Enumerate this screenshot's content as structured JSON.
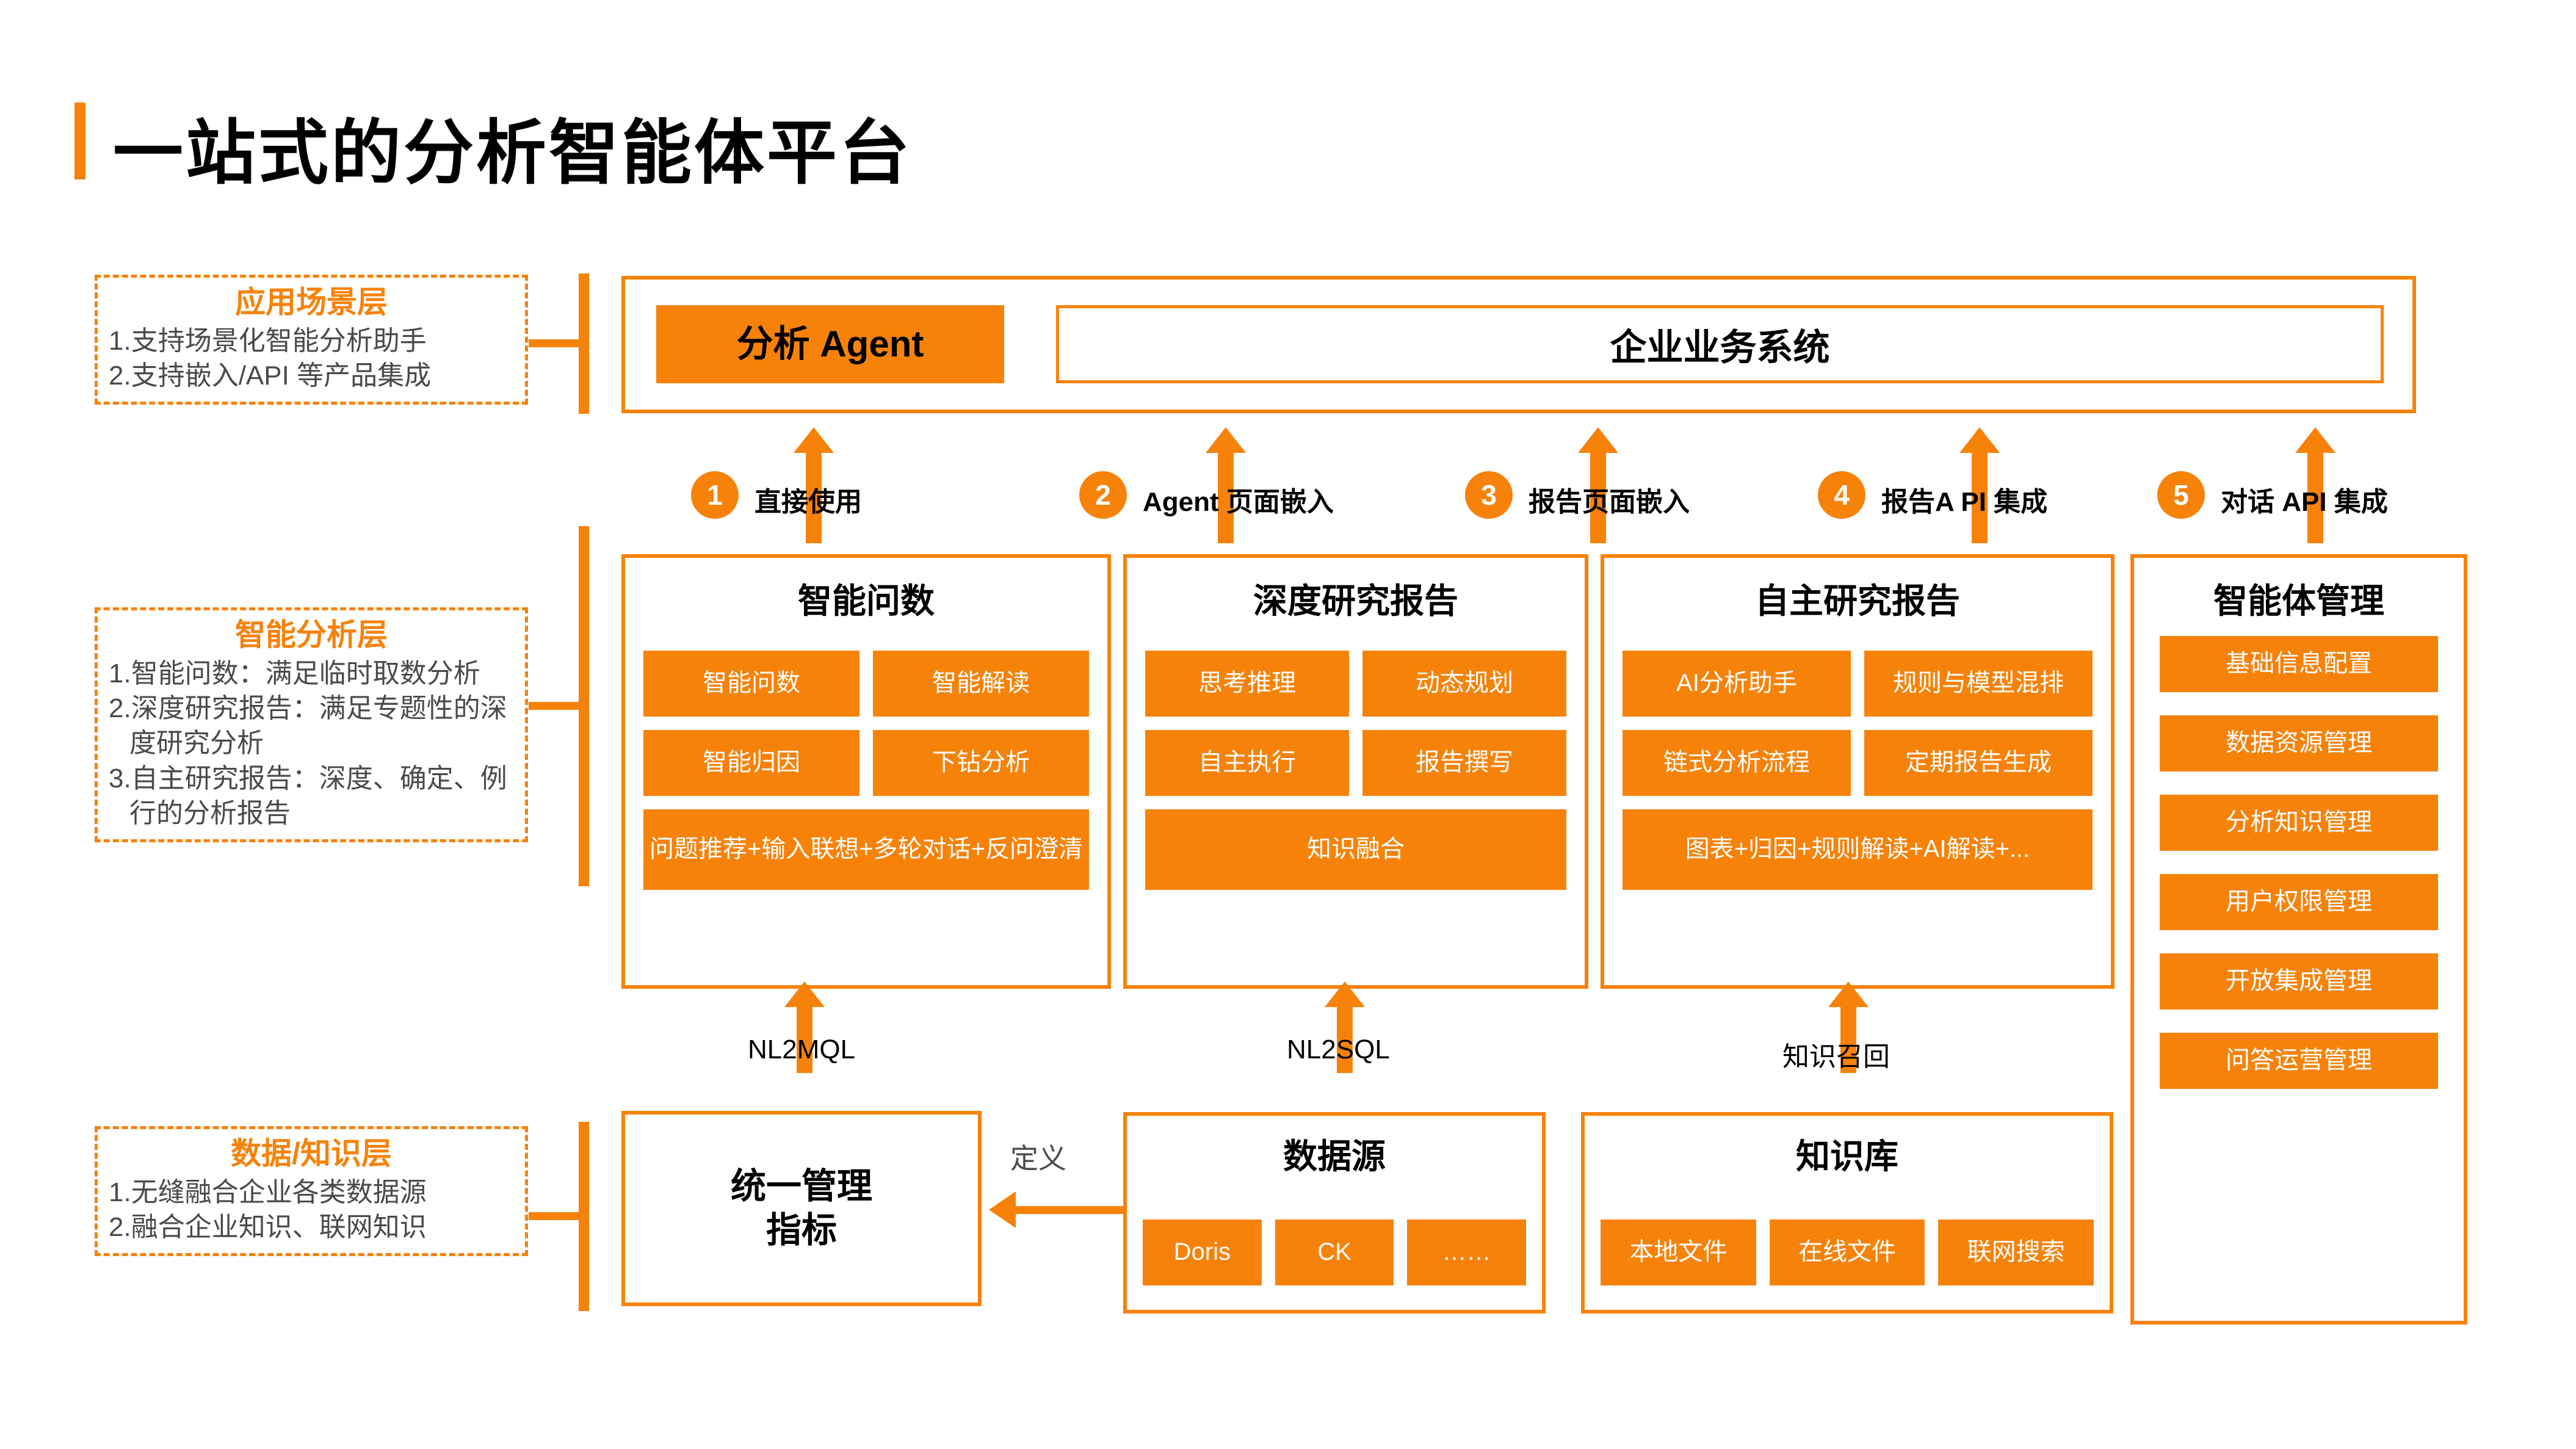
{
  "page": {
    "title": "一站式的分析智能体平台",
    "accent_color": "#F7820A",
    "text_color": "#3a3a3a"
  },
  "layers": [
    {
      "id": "app",
      "title": "应用场景层",
      "items": [
        "1.支持场景化智能分析助手",
        "2.支持嵌入/API 等产品集成"
      ]
    },
    {
      "id": "analysis",
      "title": "智能分析层",
      "items": [
        "1.智能问数：满足临时取数分析",
        "2.深度研究报告：满足专题性的深度研究分析",
        "3.自主研究报告：深度、确定、例行的分析报告"
      ]
    },
    {
      "id": "data",
      "title": "数据/知识层",
      "items": [
        "1.无缝融合企业各类数据源",
        "2.融合企业知识、联网知识"
      ]
    }
  ],
  "application_layer": {
    "agent_chip": "分析 Agent",
    "business_system": "企业业务系统"
  },
  "connectors": [
    {
      "number": "1",
      "label": "直接使用"
    },
    {
      "number": "2",
      "label": "Agent 页面嵌入"
    },
    {
      "number": "3",
      "label": "报告页面嵌入"
    },
    {
      "number": "4",
      "label": "报告A PI 集成"
    },
    {
      "number": "5",
      "label": "对话 API 集成"
    }
  ],
  "analysis_panels": [
    {
      "title": "智能问数",
      "chips": [
        "智能问数",
        "智能解读",
        "智能归因",
        "下钻分析"
      ],
      "wide_chip": "问题推荐+输入联想+多轮对话+反问澄清"
    },
    {
      "title": "深度研究报告",
      "chips": [
        "思考推理",
        "动态规划",
        "自主执行",
        "报告撰写"
      ],
      "wide_chip": "知识融合"
    },
    {
      "title": "自主研究报告",
      "chips": [
        "AI分析助手",
        "规则与模型混排",
        "链式分析流程",
        "定期报告生成"
      ],
      "wide_chip": "图表+归因+规则解读+AI解读+..."
    }
  ],
  "management_panel": {
    "title": "智能体管理",
    "items": [
      "基础信息配置",
      "数据资源管理",
      "分析知识管理",
      "用户权限管理",
      "开放集成管理",
      "问答运营管理"
    ]
  },
  "data_flow_captions": {
    "nl2mql": "NL2MQL",
    "nl2sql": "NL2SQL",
    "knowledge_recall": "知识召回",
    "define": "定义"
  },
  "data_layer": {
    "metrics_box": "统一管理\n指标",
    "metrics_box_line1": "统一管理",
    "metrics_box_line2": "指标",
    "datasource": {
      "title": "数据源",
      "chips": [
        "Doris",
        "CK",
        "……"
      ]
    },
    "knowledge_base": {
      "title": "知识库",
      "chips": [
        "本地文件",
        "在线文件",
        "联网搜索"
      ]
    }
  }
}
